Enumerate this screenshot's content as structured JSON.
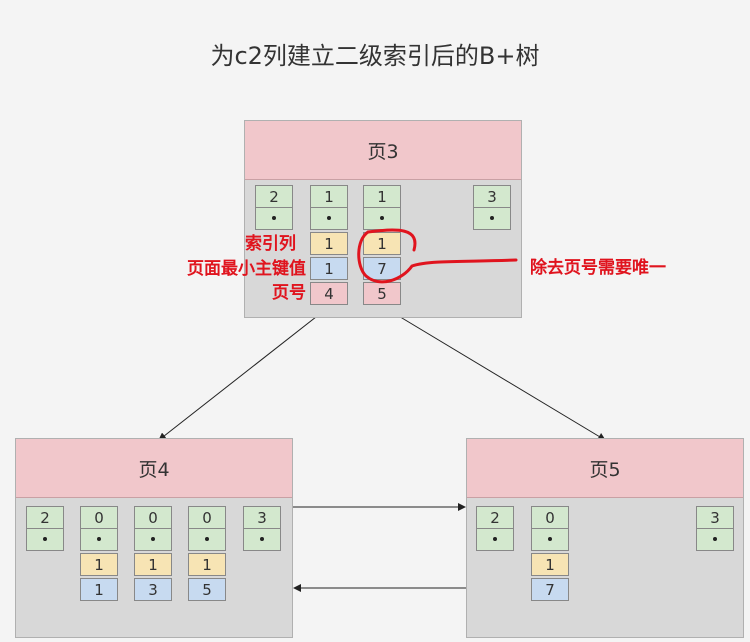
{
  "title": "为c2列建立二级索引后的B+树",
  "root": {
    "label": "页3",
    "cols": [
      {
        "top": "2",
        "index": "",
        "pk": "",
        "page": ""
      },
      {
        "top": "1",
        "index": "1",
        "pk": "1",
        "page": "4"
      },
      {
        "top": "1",
        "index": "1",
        "pk": "7",
        "page": "5"
      },
      {
        "top": "3",
        "index": "",
        "pk": "",
        "page": ""
      }
    ]
  },
  "left_page": {
    "label": "页4",
    "cols": [
      {
        "top": "2",
        "index": "",
        "pk": ""
      },
      {
        "top": "0",
        "index": "1",
        "pk": "1"
      },
      {
        "top": "0",
        "index": "1",
        "pk": "3"
      },
      {
        "top": "0",
        "index": "1",
        "pk": "5"
      },
      {
        "top": "3",
        "index": "",
        "pk": ""
      }
    ]
  },
  "right_page": {
    "label": "页5",
    "cols": [
      {
        "top": "2",
        "index": "",
        "pk": ""
      },
      {
        "top": "0",
        "index": "1",
        "pk": "7"
      },
      {
        "top": "3",
        "index": "",
        "pk": ""
      }
    ]
  },
  "annotations": {
    "index_col": "索引列",
    "min_pk": "页面最小主键值",
    "page_no": "页号",
    "unique_note": "除去页号需要唯一"
  },
  "colors": {
    "record_green": "#d3e8ce",
    "index_yellow": "#f7e4b4",
    "pk_blue": "#c7daf0",
    "page_pink": "#f1c7cb",
    "annotation_red": "#e0141e"
  }
}
